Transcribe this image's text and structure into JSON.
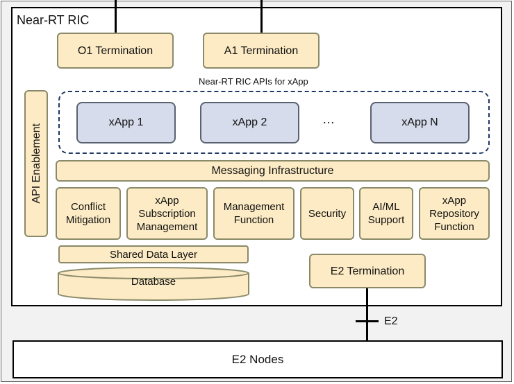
{
  "ric": {
    "title": "Near-RT RIC",
    "o1": "O1 Termination",
    "a1": "A1 Termination",
    "apis_label": "Near-RT RIC APIs for xApp",
    "api_enablement": "API Enablement",
    "xapps": [
      "xApp 1",
      "xApp 2",
      "xApp N"
    ],
    "ellipsis": "…",
    "messaging": "Messaging Infrastructure",
    "functions": [
      [
        "Conflict",
        "Mitigation"
      ],
      [
        "xApp",
        "Subscription",
        "Management"
      ],
      [
        "Management",
        "Function"
      ],
      [
        "Security"
      ],
      [
        "AI/ML",
        "Support"
      ],
      [
        "xApp",
        "Repository",
        "Function"
      ]
    ],
    "shared_data_layer": "Shared Data Layer",
    "database": "Database",
    "e2_termination": "E2 Termination"
  },
  "interface": {
    "e2_label": "E2"
  },
  "nodes": {
    "label": "E2 Nodes"
  },
  "colors": {
    "component_fill": "#fcebc4",
    "xapp_fill": "#d6dceb",
    "dashed_border": "#1f3864"
  }
}
